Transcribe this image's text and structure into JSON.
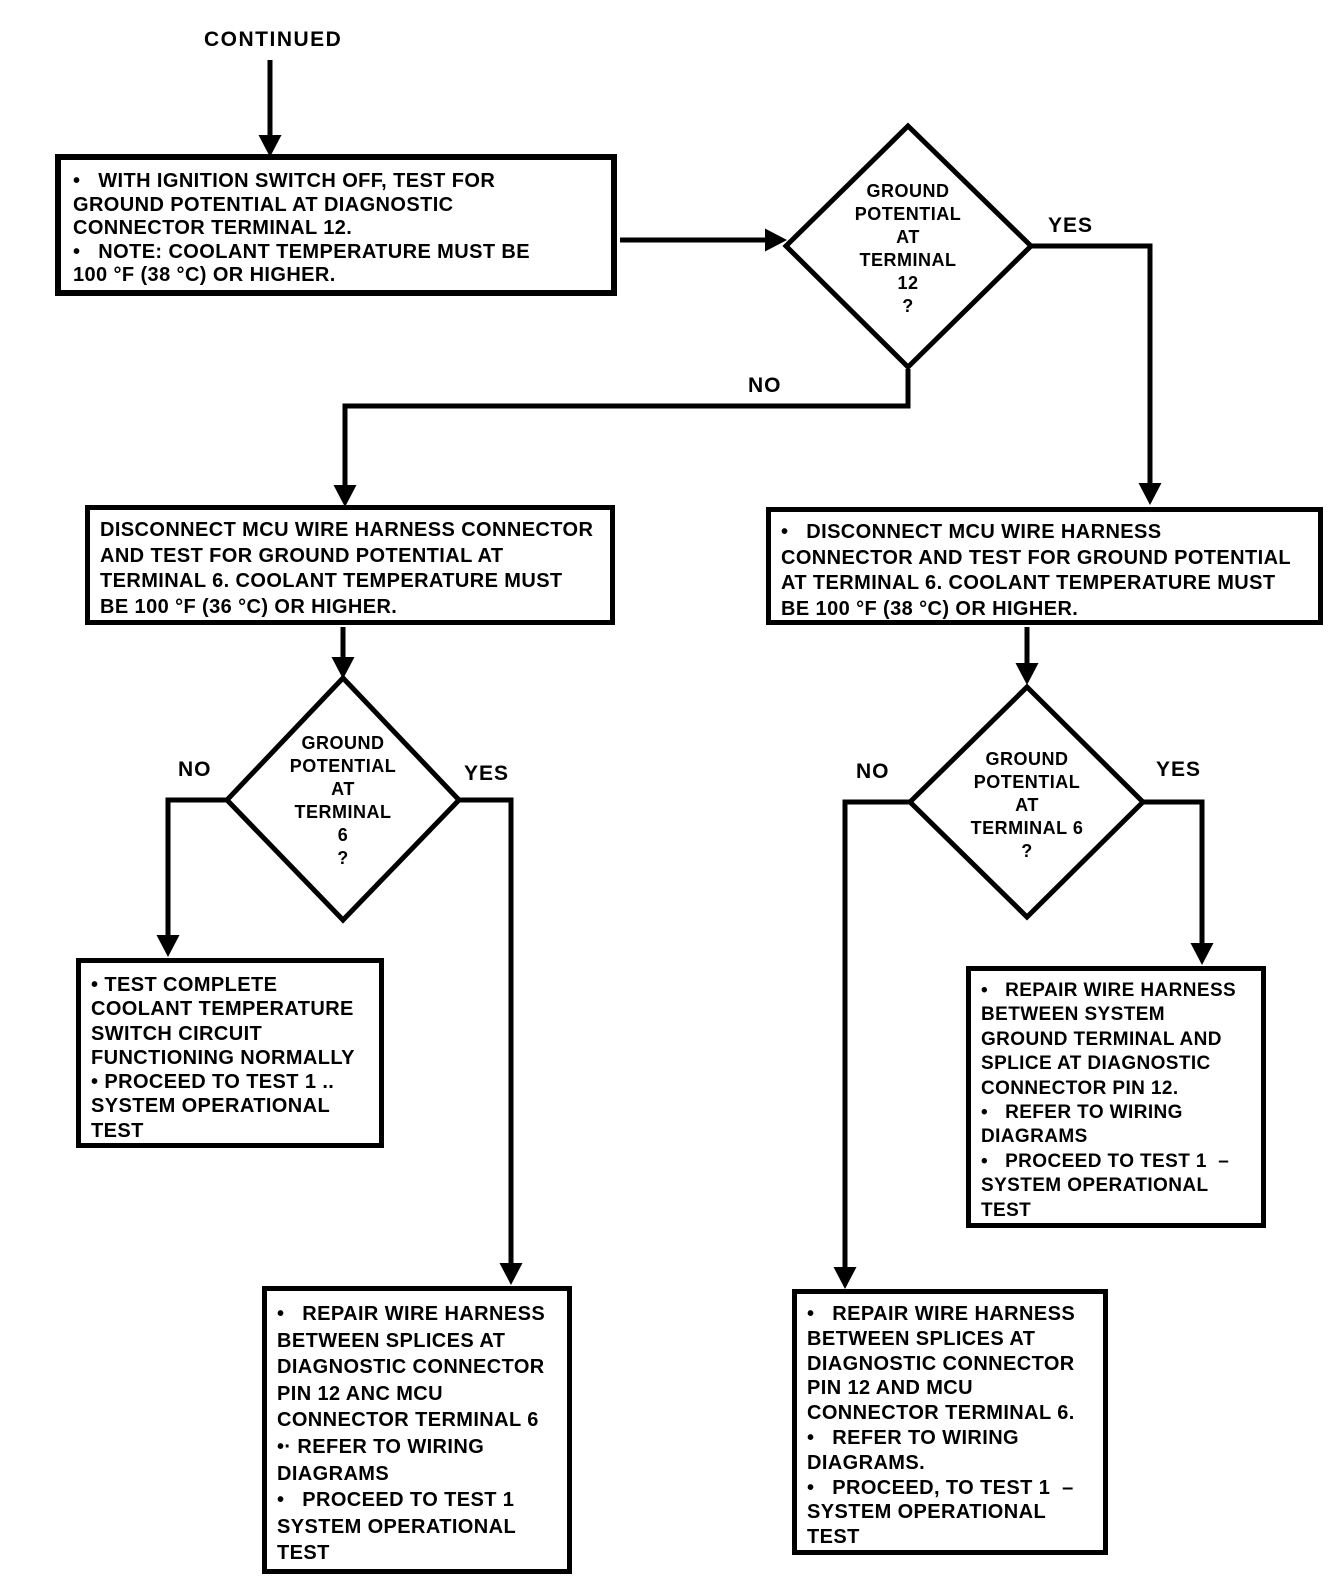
{
  "diagram": {
    "title_label": "CONTINUED",
    "colors": {
      "ink": "#000000",
      "background": "#ffffff"
    },
    "nodes": {
      "start_box": {
        "lines": [
          "•   WITH IGNITION SWITCH OFF, TEST FOR",
          "GROUND POTENTIAL AT DIAGNOSTIC",
          "CONNECTOR TERMINAL 12.",
          "•   NOTE: COOLANT TEMPERATURE MUST BE",
          "100 °F (38 °C) OR HIGHER."
        ]
      },
      "decision_terminal12": {
        "lines": [
          "GROUND",
          "POTENTIAL",
          "AT",
          "TERMINAL",
          "12",
          "?"
        ]
      },
      "disconnect_left_box": {
        "lines": [
          "DISCONNECT MCU WIRE HARNESS CONNECTOR",
          "AND TEST FOR GROUND POTENTIAL AT",
          "TERMINAL 6. COOLANT TEMPERATURE MUST",
          "BE 100 °F (36 °C) OR HIGHER."
        ]
      },
      "disconnect_right_box": {
        "lines": [
          "•   DISCONNECT MCU WIRE HARNESS",
          "CONNECTOR AND TEST FOR GROUND POTENTIAL",
          "AT TERMINAL 6. COOLANT TEMPERATURE MUST",
          "BE 100 °F (38 °C) OR HIGHER."
        ]
      },
      "decision_terminal6_left": {
        "lines": [
          "GROUND",
          "POTENTIAL",
          "AT",
          "TERMINAL",
          "6",
          "?"
        ]
      },
      "decision_terminal6_right": {
        "lines": [
          "GROUND",
          "POTENTIAL",
          "AT",
          "TERMINAL 6",
          "?"
        ]
      },
      "test_complete_box": {
        "lines": [
          "• TEST COMPLETE",
          "COOLANT TEMPERATURE",
          "SWITCH CIRCUIT",
          "FUNCTIONING NORMALLY",
          "• PROCEED TO TEST 1 ..",
          "SYSTEM OPERATIONAL",
          "TEST"
        ]
      },
      "repair_ground_box": {
        "lines": [
          "•   REPAIR WIRE HARNESS",
          "BETWEEN SYSTEM",
          "GROUND TERMINAL AND",
          "SPLICE AT DIAGNOSTIC",
          "CONNECTOR PIN 12.",
          "•   REFER TO WIRING",
          "DIAGRAMS",
          "•   PROCEED TO TEST 1  –",
          "SYSTEM OPERATIONAL",
          "TEST"
        ]
      },
      "repair_splices_left_box": {
        "lines": [
          "•   REPAIR WIRE HARNESS",
          "BETWEEN SPLICES AT",
          "DIAGNOSTIC CONNECTOR",
          "PIN 12 ANC MCU",
          "CONNECTOR TERMINAL 6",
          "•· REFER TO WIRING",
          "DIAGRAMS",
          "•   PROCEED TO TEST 1",
          "SYSTEM OPERATIONAL",
          "TEST"
        ]
      },
      "repair_splices_right_box": {
        "lines": [
          "•   REPAIR WIRE HARNESS",
          "BETWEEN SPLICES AT",
          "DIAGNOSTIC CONNECTOR",
          "PIN 12 AND MCU",
          "CONNECTOR TERMINAL 6.",
          "•   REFER TO WIRING",
          "DIAGRAMS.",
          "•   PROCEED, TO TEST 1  –",
          "SYSTEM OPERATIONAL",
          "TEST"
        ]
      }
    },
    "branch_labels": {
      "terminal12_yes": "YES",
      "terminal12_no": "NO",
      "terminal6_left_no": "NO",
      "terminal6_left_yes": "YES",
      "terminal6_right_no": "NO",
      "terminal6_right_yes": "YES"
    }
  }
}
